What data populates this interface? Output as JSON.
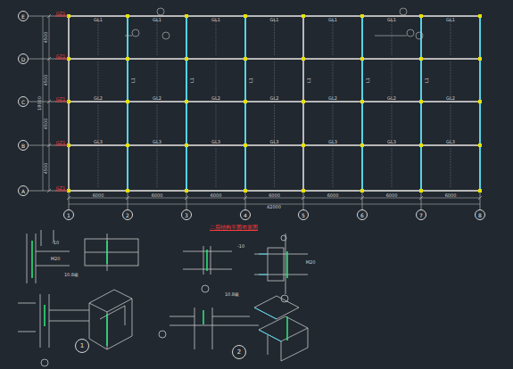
{
  "diagram": {
    "title": "二层结构平面布置图",
    "nodes": [
      {
        "text": [
          "E"
        ]
      },
      {
        "text": [
          "D"
        ]
      },
      {
        "text": [
          "C"
        ]
      },
      {
        "text": [
          "B"
        ]
      },
      {
        "text": [
          "A"
        ]
      },
      {
        "text": [
          "1"
        ]
      },
      {
        "text": [
          "2"
        ]
      },
      {
        "text": [
          "3"
        ]
      },
      {
        "text": [
          "4"
        ]
      },
      {
        "text": [
          "5"
        ]
      },
      {
        "text": [
          "6"
        ]
      },
      {
        "text": [
          "7"
        ]
      },
      {
        "text": [
          "8"
        ]
      },
      {
        "text": [
          "1"
        ]
      },
      {
        "text": [
          "2"
        ]
      }
    ],
    "labels": [
      "6000",
      "6000",
      "6000",
      "6000",
      "6000",
      "6000",
      "6000",
      "42000",
      "4500",
      "4500",
      "4500",
      "4500",
      "18000",
      "GZ1",
      "GZ1",
      "GZ1",
      "GZ1",
      "GZ1",
      "GL1",
      "GL1",
      "GL1",
      "GL1",
      "GL1",
      "GL1",
      "GL1",
      "GL2",
      "GL2",
      "GL2",
      "GL2",
      "GL2",
      "GL2",
      "GL2",
      "GL3",
      "GL3",
      "GL3",
      "GL3",
      "GL3",
      "GL3",
      "GL3",
      "L1",
      "L1",
      "L1",
      "L1",
      "L1",
      "L1",
      "-10",
      "M20",
      "10.8級",
      "-10",
      "M20",
      "10.8級"
    ]
  }
}
